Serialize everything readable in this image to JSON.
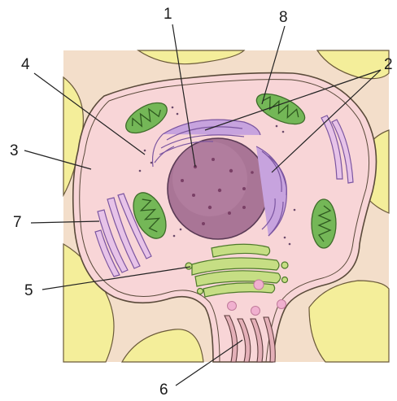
{
  "labels": {
    "n1": "1",
    "n2": "2",
    "n3": "3",
    "n4": "4",
    "n5": "5",
    "n6": "6",
    "n7": "7",
    "n8": "8"
  },
  "colors": {
    "background": "#ffffff",
    "intercellular_tissue": "#f3deca",
    "neighbour_cells": "#f4ee9a",
    "cytoplasm": "#f8d5d7",
    "nucleus": "#a97596",
    "endoplasmic_reticulum": "#b58ad0",
    "mitochondria": "#74b757",
    "golgi": "#c6de84",
    "vesicles": "#f0b0cf",
    "outline": "#5a4a3a"
  }
}
